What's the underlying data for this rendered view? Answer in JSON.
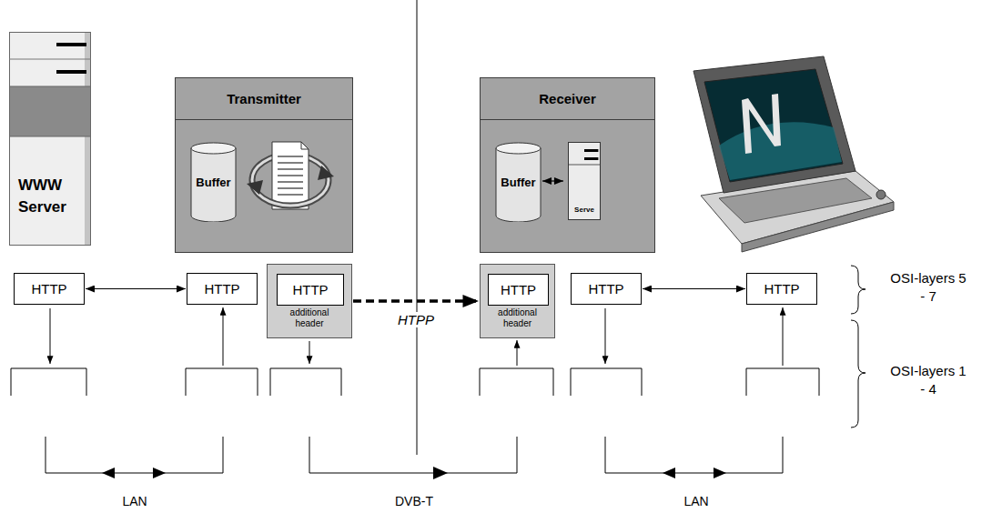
{
  "diagram": {
    "nodes": [
      {
        "text": [
          "WWW Server"
        ]
      },
      {
        "text": [
          "Transmitter"
        ]
      },
      {
        "text": [
          "Buffer"
        ],
        "in": 1
      },
      {
        "text": [
          "Receiver"
        ]
      },
      {
        "text": [
          "Buffer"
        ],
        "in": 3
      },
      {
        "text": [
          "Serve"
        ],
        "in": 3
      },
      {
        "text": [
          "HTTP"
        ]
      },
      {
        "text": [
          "HTTP"
        ]
      },
      {
        "text": [
          "additional header"
        ]
      },
      {
        "text": [
          "HTTP"
        ],
        "in": 8
      },
      {
        "text": [
          "additional header"
        ]
      },
      {
        "text": [
          "HTTP"
        ],
        "in": 10
      },
      {
        "text": [
          "HTTP"
        ]
      },
      {
        "text": [
          "HTTP"
        ]
      }
    ],
    "edges": [
      {
        "from": 6,
        "to": 7,
        "arrow": "both"
      },
      {
        "from": 8,
        "to": 10,
        "arrow": "to",
        "label": "HTPP"
      },
      {
        "from": 4,
        "to": 5,
        "arrow": "both"
      },
      {
        "from": 12,
        "to": 13,
        "arrow": "both"
      }
    ],
    "labels": [
      "OSI-layers 5 - 7",
      "OSI-layers 1 - 4",
      "LAN",
      "DVB-T",
      "LAN"
    ]
  }
}
